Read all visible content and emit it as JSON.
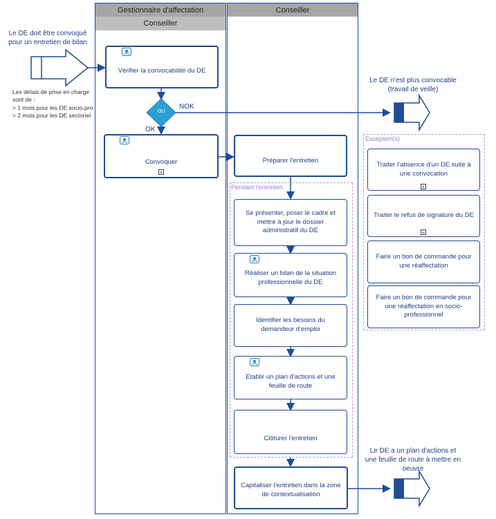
{
  "lanes": {
    "gestionnaire_header": "Gestionnaire d'affectation",
    "gestionnaire_sub": "Conseiller",
    "conseiller_header": "Conseiller"
  },
  "start_event": {
    "label": "Le DE doit être convoqué pour un entretien de bilan",
    "note": "Les délais de prise en charge sont de :\n> 1 mois pour les DE socio-pro\n> 2 mois pour les DE sectoriel"
  },
  "gateway": {
    "label": "OU",
    "nok_label": "NOK",
    "ok_label": "OK"
  },
  "tasks": {
    "verifier": "Vérifier la convocabilité du DE",
    "convoquer": "Convoquer",
    "preparer": "Préparer l'entretien",
    "se_presenter": "Se présenter, poser le cadre et mettre à jour le dossier administratif du DE",
    "realiser_bilan": "Réaliser un bilan de la situation professionnelle du DE",
    "identifier": "Identifier les besoins du demandeur d'emploi",
    "etablir": "Etablir un plan d'actions et une feuille de route",
    "cloturer": "Clôturer l'entretien",
    "capitaliser": "Capitaliser l'entretien dans la zone de contextualisation"
  },
  "group_entretien": "Pendant l'entretien",
  "group_exceptions": {
    "label": "Exception(s)",
    "items": [
      "Traiter l'absence d'un DE suite à une convocation",
      "Traiter le refus de signature du DE",
      "Faire un bon de commande pour une réaffectation",
      "Faire un bon de commande pour une réaffectation en socio-professionnel"
    ]
  },
  "end_events": {
    "not_convocable": "Le DE n'est plus convocable (travail de veille)",
    "plan_actions": "Le DE a un plan d'actions et une feuille de route à mettre en oeuvre"
  },
  "colors": {
    "primary": "#1e4d94",
    "gateway": "#2a9fd6",
    "lane_header": "#a6a6a6",
    "group_border": "#b49be0"
  }
}
